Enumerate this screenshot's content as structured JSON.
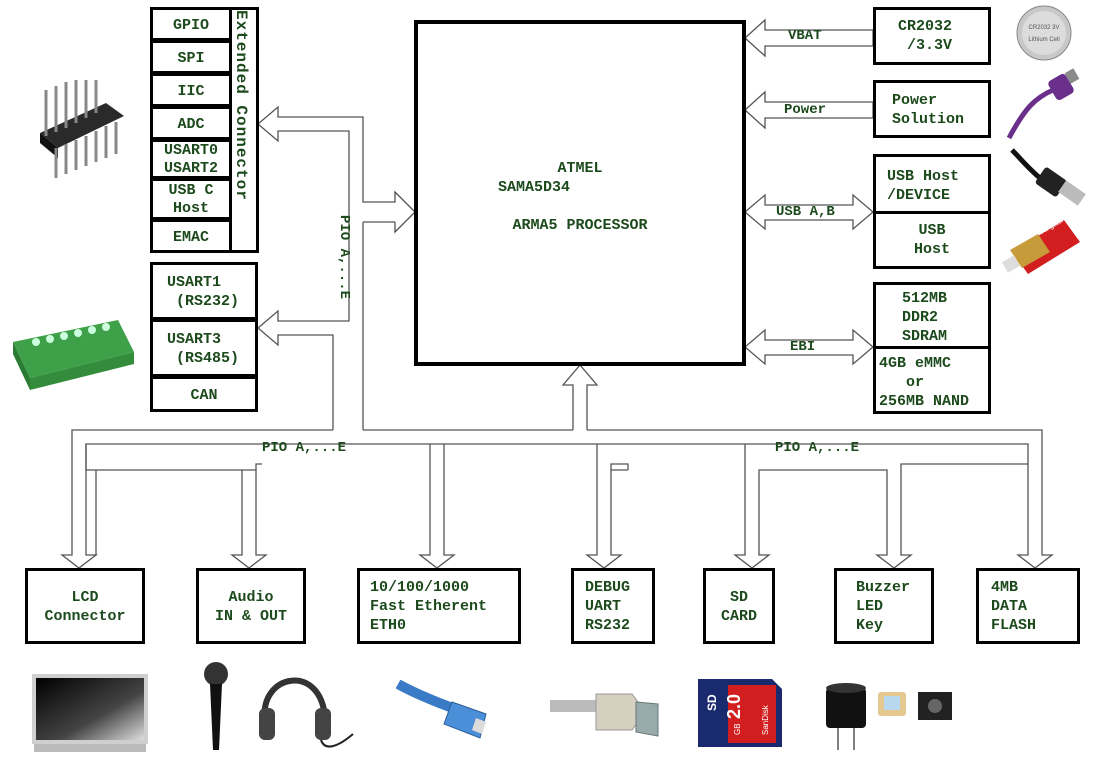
{
  "processor": {
    "name": "ATMEL",
    "model": "SAMA5D34",
    "core": "ARMA5 PROCESSOR"
  },
  "extended": {
    "items": [
      "GPIO",
      "SPI",
      "IIC",
      "ADC",
      "USART0\nUSART2",
      "USB C\nHost",
      "EMAC"
    ],
    "side_label": "Extended Connector"
  },
  "serial": {
    "items": [
      "USART1\n (RS232)",
      "USART3\n (RS485)",
      "CAN"
    ]
  },
  "right": {
    "battery": "CR2032\n /3.3V",
    "power": "Power\nSolution",
    "usb_top": "USB Host\n/DEVICE",
    "usb_bottom": "USB\nHost",
    "ddr": "512MB\nDDR2\nSDRAM",
    "flash": "4GB eMMC\n   or\n256MB NAND"
  },
  "links": {
    "vbat": "VBAT",
    "power": "Power",
    "usb": "USB A,B",
    "ebi": "EBI",
    "pio_vertical": "PIO A,...E",
    "pio_left": "PIO A,...E",
    "pio_right": "PIO A,...E"
  },
  "bottom": [
    "LCD\nConnector",
    "Audio\nIN & OUT",
    "10/100/1000\nFast Etherent\nETH0",
    "DEBUG\nUART\nRS232",
    "SD\nCARD",
    "Buzzer\nLED\nKey",
    "4MB\nDATA\nFLASH"
  ],
  "coin_cell": {
    "text": "CR2032 3V\nLithium Cell"
  },
  "sd_card": {
    "capacity": "2.0",
    "unit": "GB",
    "brand": "SanDisk",
    "logo": "SD"
  },
  "usb_stick": {
    "brand": "Kingston"
  },
  "icons": [
    "pin-header-icon",
    "terminal-block-icon",
    "coin-battery-icon",
    "power-plug-icon",
    "usb-cable-icon",
    "usb-stick-icon",
    "lcd-monitor-icon",
    "microphone-icon",
    "headphones-icon",
    "ethernet-cable-icon",
    "serial-cable-icon",
    "sd-card-icon",
    "buzzer-icon",
    "led-icon",
    "tact-switch-icon"
  ],
  "colors": {
    "text": "#1c4a1c",
    "border": "#000000"
  }
}
